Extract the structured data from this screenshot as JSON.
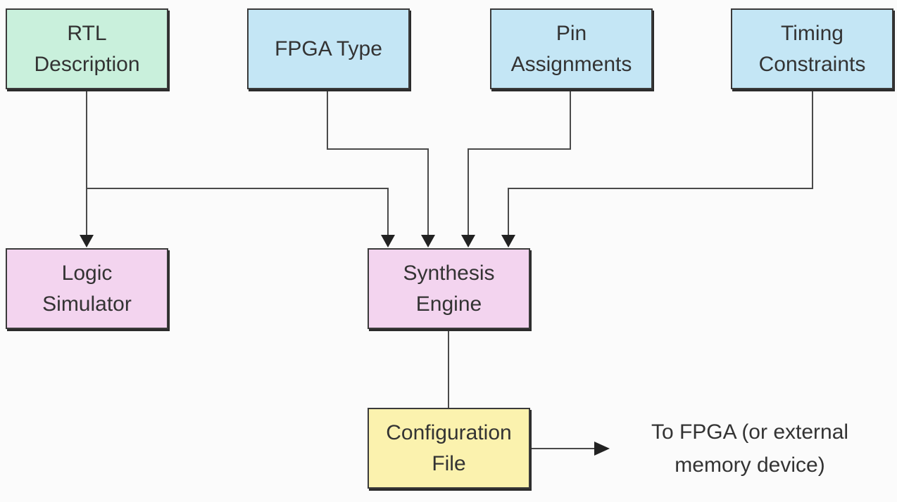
{
  "diagram": {
    "inputs": {
      "rtl": "RTL\nDescription",
      "fpga_type": "FPGA Type",
      "pin_assignments": "Pin\nAssignments",
      "timing_constraints": "Timing\nConstraints"
    },
    "tools": {
      "logic_simulator": "Logic\nSimulator",
      "synthesis_engine": "Synthesis\nEngine"
    },
    "output": {
      "configuration_file": "Configuration\nFile",
      "destination": "To FPGA (or external\nmemory device)"
    },
    "colors": {
      "input_green": "#c9f0dc",
      "input_blue": "#c4e6f5",
      "tool_pink": "#f3d4ef",
      "output_yellow": "#fbf2ae"
    }
  }
}
